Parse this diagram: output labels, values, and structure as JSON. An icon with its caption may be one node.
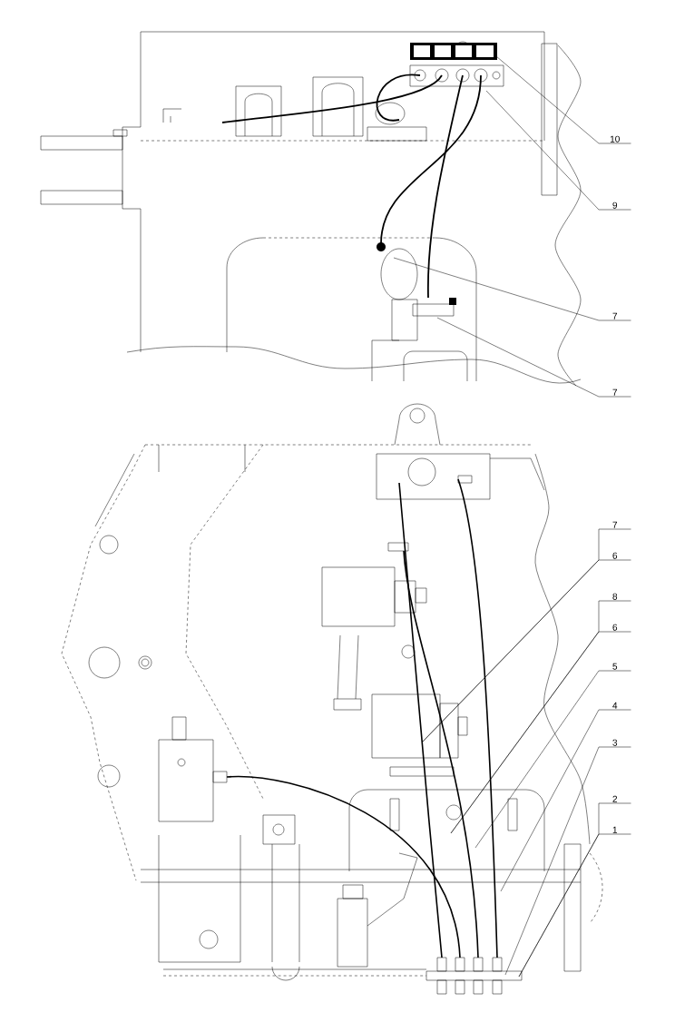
{
  "diagram": {
    "nodes": [
      {
        "text": [
          "10"
        ]
      },
      {
        "text": [
          "9"
        ]
      },
      {
        "text": [
          "7"
        ]
      },
      {
        "text": [
          "7"
        ]
      },
      {
        "text": [
          "7"
        ]
      },
      {
        "text": [
          "6"
        ]
      },
      {
        "text": [
          "8"
        ]
      },
      {
        "text": [
          "6"
        ]
      },
      {
        "text": [
          "5"
        ]
      },
      {
        "text": [
          "4"
        ]
      },
      {
        "text": [
          "3"
        ]
      },
      {
        "text": [
          "2"
        ]
      },
      {
        "text": [
          "1"
        ]
      }
    ],
    "edges": [
      {
        "from": 0,
        "to": null,
        "arrow": "none"
      },
      {
        "from": 1,
        "to": null,
        "arrow": "none"
      },
      {
        "from": 2,
        "to": null,
        "arrow": "none"
      },
      {
        "from": 3,
        "to": null,
        "arrow": "none"
      },
      {
        "from": 4,
        "to": null,
        "arrow": "none"
      },
      {
        "from": 5,
        "to": null,
        "arrow": "none"
      },
      {
        "from": 6,
        "to": null,
        "arrow": "none"
      },
      {
        "from": 7,
        "to": null,
        "arrow": "none"
      },
      {
        "from": 8,
        "to": null,
        "arrow": "none"
      },
      {
        "from": 9,
        "to": null,
        "arrow": "none"
      },
      {
        "from": 10,
        "to": null,
        "arrow": "none"
      },
      {
        "from": 11,
        "to": null,
        "arrow": "none"
      },
      {
        "from": 12,
        "to": null,
        "arrow": "none"
      }
    ]
  }
}
